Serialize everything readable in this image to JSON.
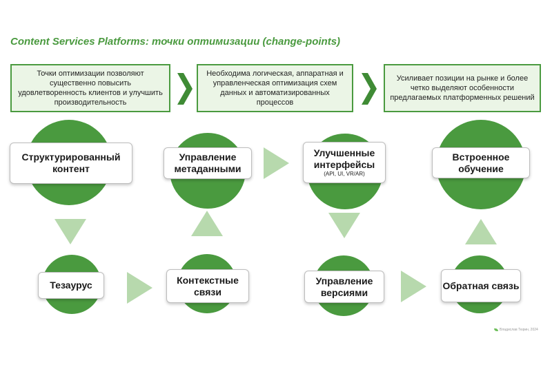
{
  "title": "Content Services Platforms: точки оптимизации (change-points)",
  "top_boxes": [
    "Точки оптимизации позволяют существенно повысить удовлетворенность клиентов и улучшить производительность",
    "Необходима логическая, аппаратная и управленческая оптимизация схем данных и автоматизированных процессов",
    "Усиливает позиции на рынке и более четко выделяют особенности предлагаемых платформенных решений"
  ],
  "nodes": {
    "structured_content": "Структурированный контент",
    "metadata": "Управление метаданными",
    "interfaces": "Улучшенные интерфейсы",
    "interfaces_sub": "(API, UI, VR/AR)",
    "learning": "Встроенное обучение",
    "thesaurus": "Тезаурус",
    "context_links": "Контекстные связи",
    "versions": "Управление версиями",
    "feedback": "Обратная связь"
  },
  "credit": "Владислав Тюрин, 2024",
  "colors": {
    "accent": "#4a9a3f",
    "box_fill": "#ebf5e6",
    "arrow_light": "#b7d9ad",
    "chevron": "#3f8b35"
  },
  "icons": {
    "chevron": "chevron-right-icon",
    "flow_arrow": "triangle-arrow-icon",
    "credit": "leaf-icon"
  }
}
